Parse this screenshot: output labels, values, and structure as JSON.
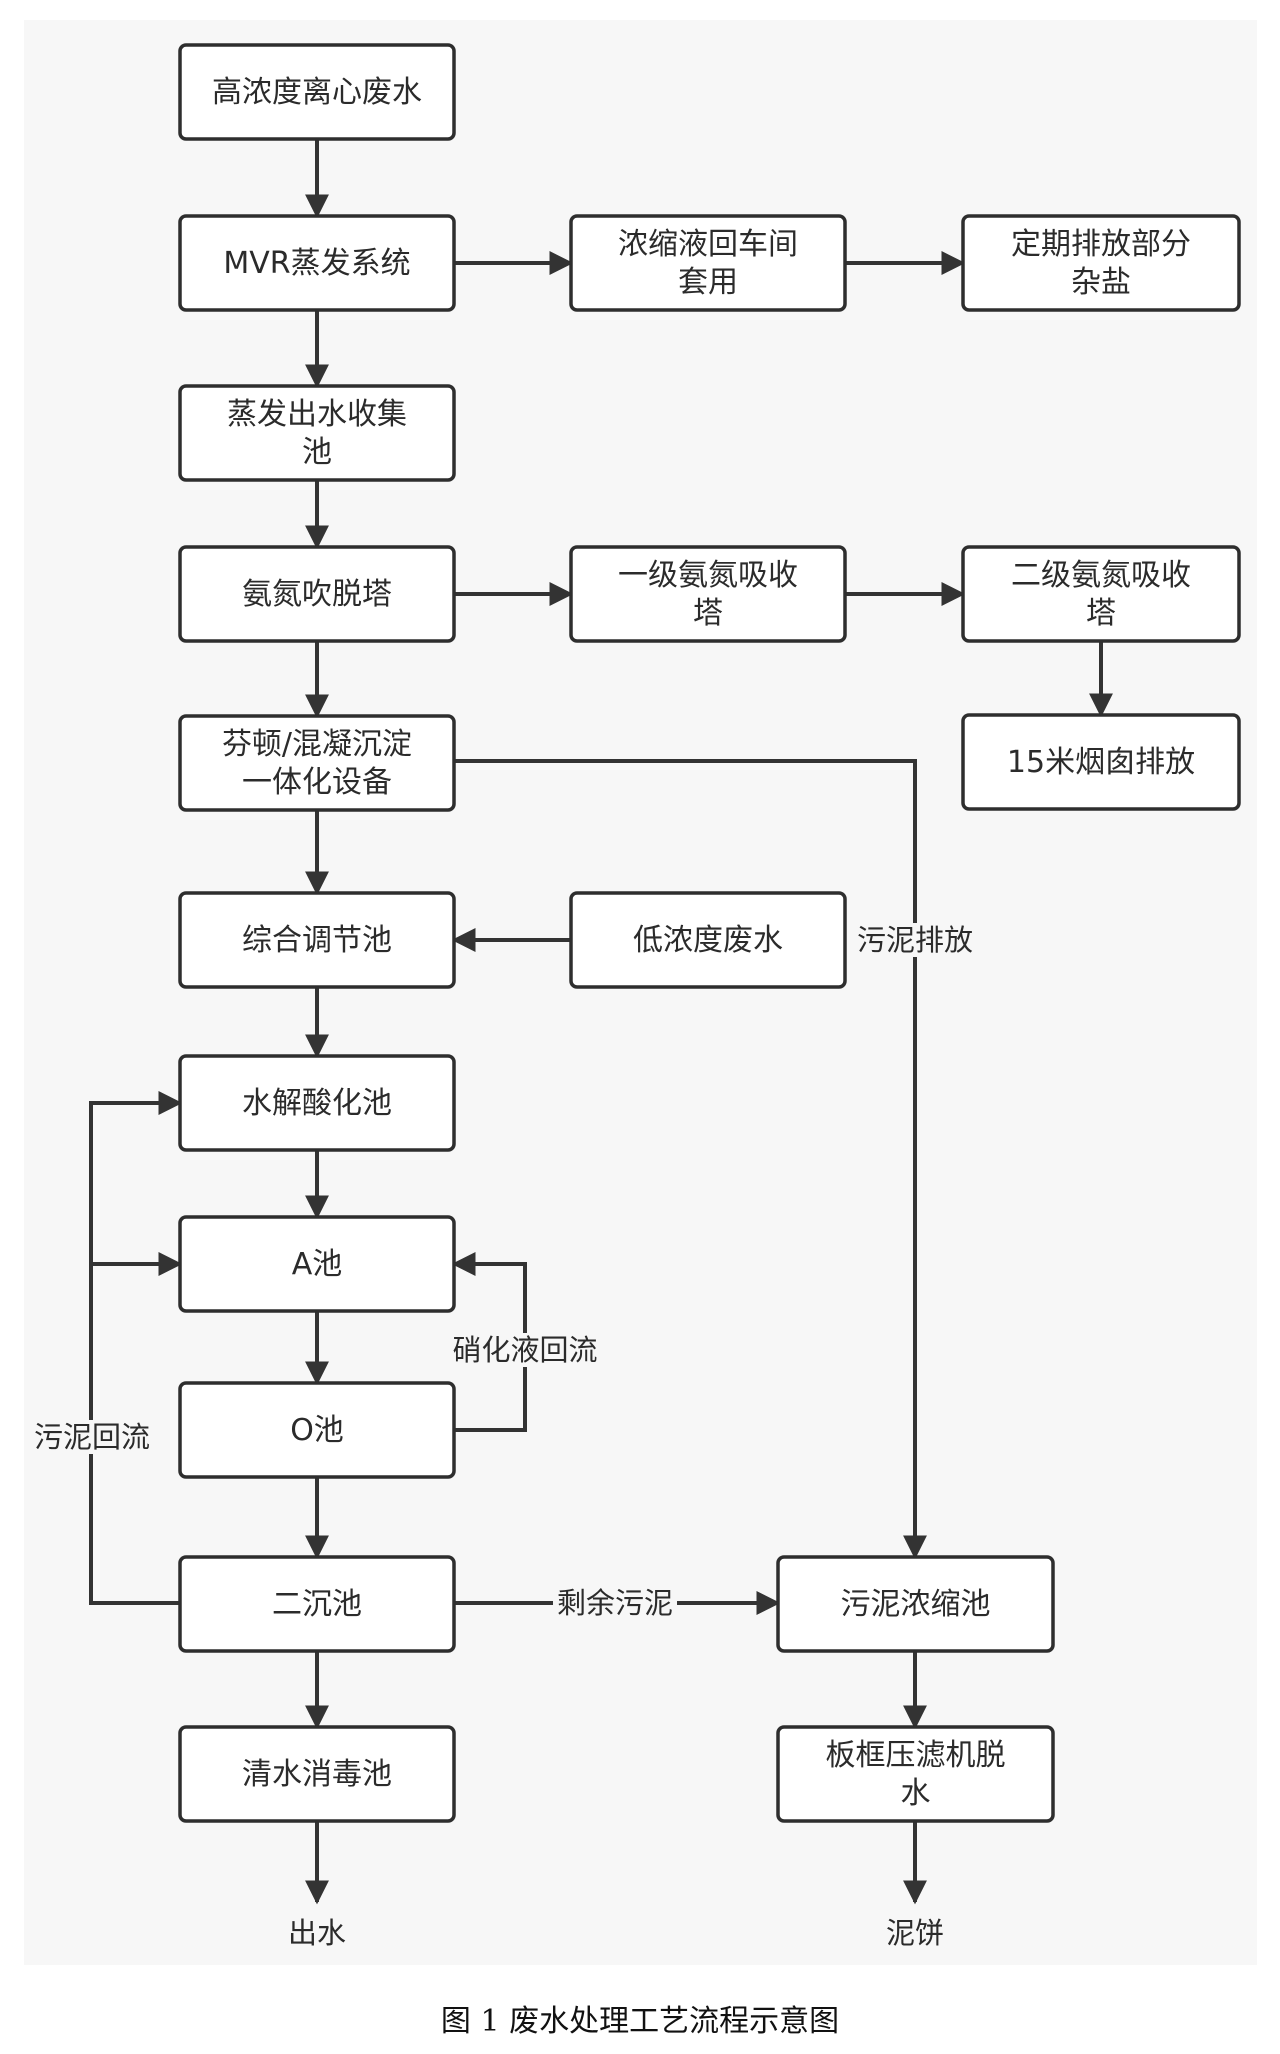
{
  "nodes": {
    "high_conc": "高浓度离心废水",
    "mvr": "MVR蒸发系统",
    "concentrate_reuse": "浓缩液回车间套用",
    "salt": "定期排放部分杂盐",
    "evap_collect": "蒸发出水收集池",
    "ammonia_strip": "氨氮吹脱塔",
    "absorb1": "一级氨氮吸收塔",
    "absorb2": "二级氨氮吸收塔",
    "chimney": "15米烟囱排放",
    "fenton": "芬顿/混凝沉淀一体化设备",
    "equalize": "综合调节池",
    "low_conc": "低浓度废水",
    "hydrolysis": "水解酸化池",
    "a_tank": "A池",
    "o_tank": "O池",
    "secondary": "二沉池",
    "disinfect": "清水消毒池",
    "sludge_thick": "污泥浓缩池",
    "filter_press": "板框压滤机脱水"
  },
  "labels": {
    "sludge_discharge": "污泥排放",
    "nitrate_return": "硝化液回流",
    "sludge_return": "污泥回流",
    "excess_sludge": "剩余污泥",
    "effluent": "出水",
    "cake": "泥饼"
  },
  "caption": "图 1  废水处理工艺流程示意图",
  "colors": {
    "stroke": "#2e2e2e",
    "panel": "#f7f7f7",
    "box_fill": "#ffffff"
  }
}
